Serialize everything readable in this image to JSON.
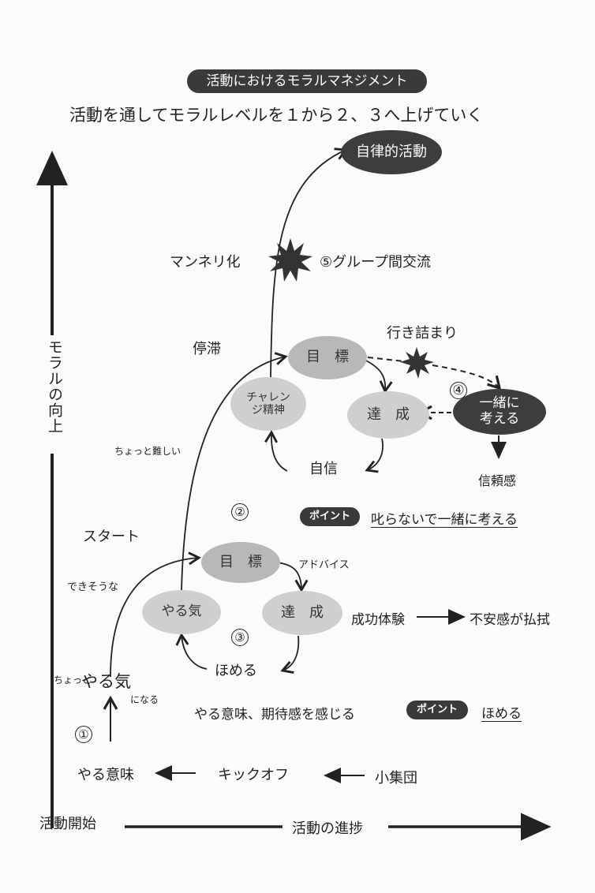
{
  "header": {
    "badge": "活動におけるモラルマネジメント",
    "subtitle": "活動を通してモラルレベルを１から２、３へ上げていく"
  },
  "axes": {
    "y_label": "モラルの向上",
    "x_start": "活動開始",
    "x_label": "活動の進捗"
  },
  "nodes": {
    "autonomous": "自律的活動",
    "rut": "マンネリ化",
    "exchange": "⑤グループ間交流",
    "stagnation": "停滞",
    "goal_upper": "目　標",
    "deadlock": "行き詰まり",
    "challenge": "チャレンジ精神",
    "achieve_upper": "達　成",
    "step4": "④",
    "think_together": "一緒に考える",
    "confidence": "自信",
    "trust": "信頼感",
    "little_hard": "ちょっと難しい",
    "point_label": "ポイント",
    "point1": "叱らないで一緒に考える",
    "start": "スタート",
    "step2": "②",
    "goal_lower": "目　標",
    "advice": "アドバイス",
    "doable": "できそうな",
    "motivation_ellipse": "やる気",
    "achieve_lower": "達　成",
    "success": "成功体験",
    "anxiety": "不安感が払拭",
    "step3": "③",
    "praise": "ほめる",
    "little": "ちょっと",
    "motivation": "やる気",
    "becomes": "になる",
    "feel": "やる意味、期待感を感じる",
    "point2": "ほめる",
    "step1": "①",
    "meaning": "やる意味",
    "kickoff": "キックオフ",
    "small_group": "小集団"
  }
}
